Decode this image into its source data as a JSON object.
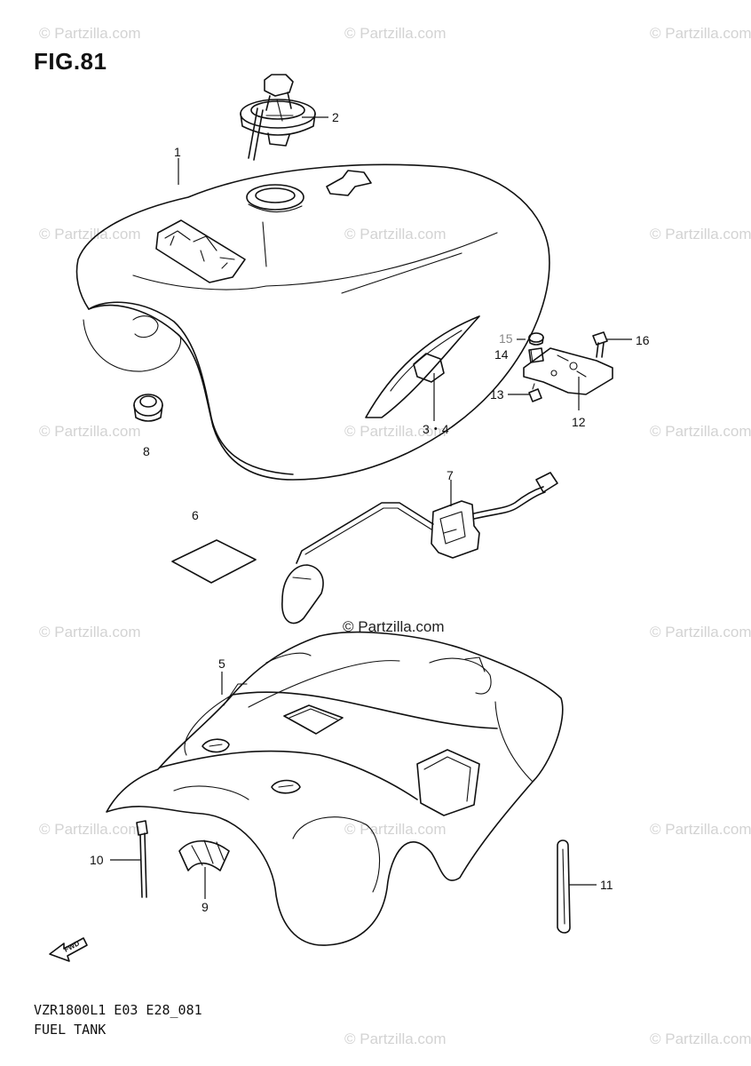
{
  "figure": {
    "title": "FIG.81",
    "code": "VZR1800L1 E03 E28_081",
    "name": "FUEL TANK"
  },
  "watermark": {
    "text": "© Partzilla.com",
    "center_text": "© Partzilla.com"
  },
  "callouts": {
    "c1": "1",
    "c2": "2",
    "c34": "3・4",
    "c5": "5",
    "c6": "6",
    "c7": "7",
    "c8": "8",
    "c9": "9",
    "c10": "10",
    "c11": "11",
    "c12": "12",
    "c13": "13",
    "c14": "14",
    "c15": "15",
    "c16": "16"
  },
  "fwd_label": "FWD"
}
